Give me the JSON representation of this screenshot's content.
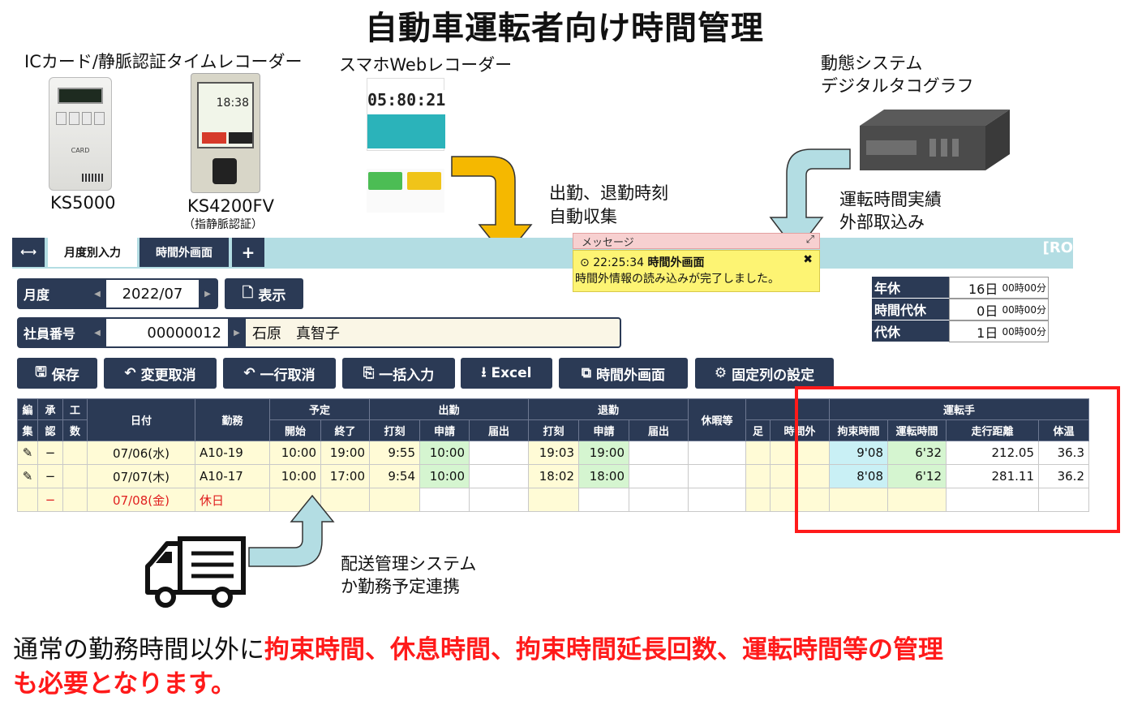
{
  "title": "自動車運転者向け時間管理",
  "devices": {
    "ic_caption": "ICカード/静脈認証タイムレコーダー",
    "ks5000": "KS5000",
    "ks4200": "KS4200FV",
    "ks4200_sub": "（指静脈認証）",
    "web_caption": "スマホWebレコーダー",
    "phone_time": "05:80:21",
    "tacho_caption_1": "動態システム",
    "tacho_caption_2": "デジタルタコグラフ"
  },
  "annotations": {
    "auto_collect_1": "出勤、退勤時刻",
    "auto_collect_2": "自動収集",
    "import_1": "運転時間実績",
    "import_2": "外部取込み",
    "delivery_1": "配送管理システム",
    "delivery_2": "か勤務予定連携"
  },
  "tabs": {
    "toggle": "⟷",
    "monthly": "月度別入力",
    "overtime": "時間外画面",
    "add": "+",
    "ro": "[RO"
  },
  "filters": {
    "month_label": "月度",
    "month_value": "2022/07",
    "show_button": "表示",
    "emp_label": "社員番号",
    "emp_id": "00000012",
    "emp_name": "石原　真智子"
  },
  "messages": {
    "header": "メッセージ",
    "time": "22:25:34",
    "title": "時間外画面",
    "body": "時間外情報の読み込みが完了しました。"
  },
  "leave": [
    {
      "label": "年休",
      "days": "16日",
      "time": "00時00分"
    },
    {
      "label": "時間代休",
      "days": "0日",
      "time": "00時00分"
    },
    {
      "label": "代休",
      "days": "1日",
      "time": "00時00分"
    }
  ],
  "toolbar": {
    "save": "保存",
    "undo_change": "変更取消",
    "undo_row": "一行取消",
    "bulk": "一括入力",
    "excel": "Excel",
    "overtime": "時間外画面",
    "fixed_cols": "固定列の設定"
  },
  "grid": {
    "headers": {
      "edit_1": "編",
      "edit_2": "集",
      "approve_1": "承",
      "approve_2": "認",
      "work_1": "工",
      "work_2": "数",
      "date": "日付",
      "shift": "勤務",
      "plan": "予定",
      "plan_start": "開始",
      "plan_end": "終了",
      "in": "出勤",
      "in_stamp": "打刻",
      "in_apply": "申請",
      "in_report": "届出",
      "out": "退勤",
      "out_stamp": "打刻",
      "out_apply": "申請",
      "out_report": "届出",
      "holiday": "休暇等",
      "ot_supp": "足",
      "ot_out": "時間外",
      "driver": "運転手",
      "restraint": "拘束時間",
      "driving": "運転時間",
      "distance": "走行距離",
      "temp": "体温"
    },
    "rows": [
      {
        "edit": "✎",
        "approve": "−",
        "date": "07/06(水)",
        "shift": "A10-19",
        "plan_start": "10:00",
        "plan_end": "19:00",
        "in_stamp": "9:55",
        "in_apply": "10:00",
        "out_stamp": "19:03",
        "out_apply": "19:00",
        "restraint": "9'08",
        "driving": "6'32",
        "distance": "212.05",
        "temp": "36.3"
      },
      {
        "edit": "✎",
        "approve": "−",
        "date": "07/07(木)",
        "shift": "A10-17",
        "plan_start": "10:00",
        "plan_end": "17:00",
        "in_stamp": "9:54",
        "in_apply": "10:00",
        "out_stamp": "18:02",
        "out_apply": "18:00",
        "restraint": "8'08",
        "driving": "6'12",
        "distance": "281.11",
        "temp": "36.2"
      },
      {
        "edit": "",
        "approve": "−",
        "date": "07/08(金)",
        "shift": "休日",
        "plan_start": "",
        "plan_end": "",
        "in_stamp": "",
        "in_apply": "",
        "out_stamp": "",
        "out_apply": "",
        "restraint": "",
        "driving": "",
        "distance": "",
        "temp": ""
      }
    ]
  },
  "bottom": {
    "plain": "通常の勤務時間以外に",
    "highlight_1": "拘束時間、休息時間、拘束時間延長回数、運転時間等の管理",
    "highlight_2": "も必要となります。"
  },
  "colors": {
    "navy": "#2b3a55",
    "accent_red": "#ff1a1a",
    "arrow_orange": "#f5b800",
    "arrow_blue": "#b3dde3"
  }
}
